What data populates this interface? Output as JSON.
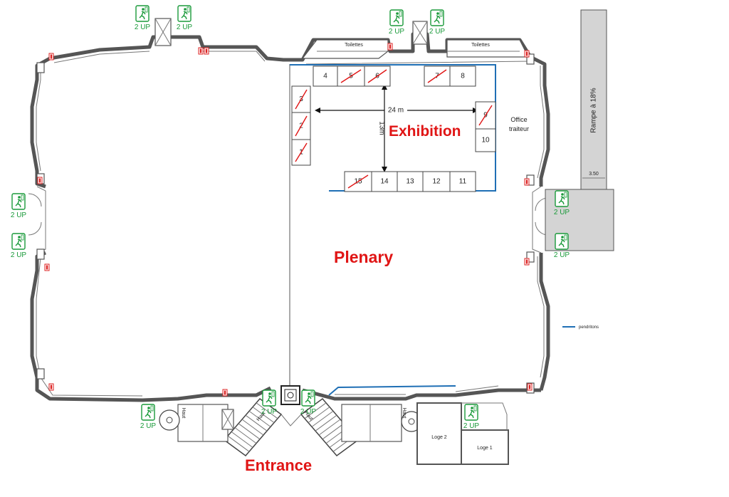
{
  "labels": {
    "exhibition": "Exhibition",
    "plenary": "Plenary",
    "entrance": "Entrance",
    "toilets_left": "Toilettes",
    "toilets_right": "Toilettes",
    "office_line1": "Office",
    "office_line2": "traiteur",
    "ramp": "Rampe à 18%",
    "ramp_width": "3.50",
    "width_dim": "24 m",
    "height_dim": "13m",
    "legend_item": "pendritons",
    "loge1": "Loge 1",
    "loge2": "Loge 2",
    "stair_haut_left": "Haut",
    "stair_haut_mid": "Haut",
    "stair_haut_right": "Haut"
  },
  "exit_label": "2 UP",
  "exit_count": 12,
  "booths": [
    {
      "num": "1",
      "struck": true
    },
    {
      "num": "2",
      "struck": true
    },
    {
      "num": "3",
      "struck": true
    },
    {
      "num": "4",
      "struck": false
    },
    {
      "num": "5",
      "struck": true
    },
    {
      "num": "6",
      "struck": true
    },
    {
      "num": "7",
      "struck": true
    },
    {
      "num": "8",
      "struck": false
    },
    {
      "num": "9",
      "struck": true
    },
    {
      "num": "10",
      "struck": false
    },
    {
      "num": "11",
      "struck": false
    },
    {
      "num": "12",
      "struck": false
    },
    {
      "num": "13",
      "struck": false
    },
    {
      "num": "14",
      "struck": false
    },
    {
      "num": "15",
      "struck": true
    }
  ],
  "colors": {
    "wall": "#555555",
    "exit_green": "#1a9a3a",
    "title_red": "#e01515",
    "pendriton_blue": "#1f6fb5",
    "ramp_gray": "#d4d4d4"
  }
}
